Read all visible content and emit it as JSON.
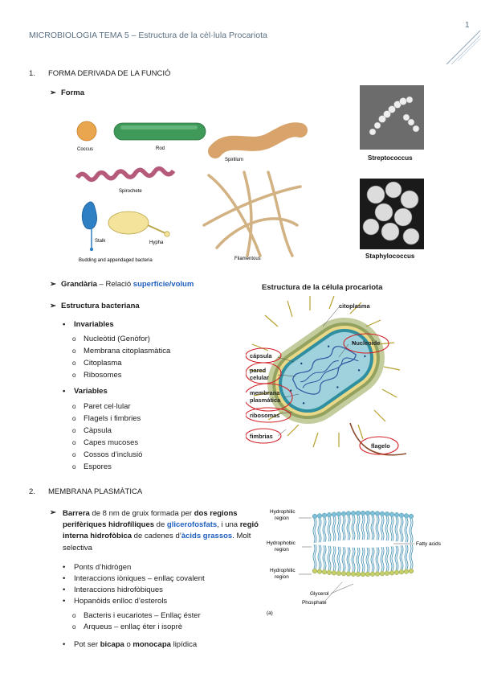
{
  "header": {
    "title": "MICROBIOLOGIA TEMA 5 – Estructura de la cèl·lula Procariota",
    "page_number": "1"
  },
  "section1": {
    "number": "1.",
    "title": "FORMA DERIVADA DE LA FUNCIÓ",
    "forma_label": "Forma",
    "shapes": {
      "coccus": "Coccus",
      "rod": "Rod",
      "spirillum": "Spirillum",
      "spirochete": "Spirochete",
      "stalk": "Stalk",
      "hypha": "Hypha",
      "budding": "Budding and appendaged bacteria",
      "filamentous": "Filamentous"
    },
    "micro1": "Streptococcus",
    "micro2": "Staphylococcus",
    "grandaria_label": "Grandària",
    "grandaria_dash": " – Relació ",
    "grandaria_highlight": "superfície/volum",
    "estructura_label": "Estructura bacteriana",
    "invariables_label": "Invariables",
    "invariables": [
      "Nucleòtid (Genòfor)",
      "Membrana citoplasmàtica",
      "Citoplasma",
      "Ribosomes"
    ],
    "variables_label": "Variables",
    "variables": [
      "Paret cel·lular",
      "Flagels i fimbries",
      "Càpsula",
      "Capes mucoses",
      "Cossos d’inclusió",
      "Espores"
    ]
  },
  "cell_diagram": {
    "title": "Estructura de la célula procariota",
    "citoplasma": "citoplasma",
    "nucleoide": "Nucleoide",
    "capsula": "cápsula",
    "pared1": "pared",
    "pared2": "celular",
    "membrana1": "membrana",
    "membrana2": "plasmática",
    "ribosomas": "ribosomas",
    "fimbrias": "fimbrias",
    "flagelo": "flagelo"
  },
  "section2": {
    "number": "2.",
    "title": "MEMBRANA PLASMÀTICA",
    "para": {
      "b1": "Barrera",
      "t1": " de 8 nm de gruix formada per ",
      "b2": "dos regions perifèriques hidrofíliques",
      "t2": " de ",
      "hl1": "glicerofosfats",
      "t3": ", i una ",
      "b3": "regió interna hidrofòbica",
      "t4": " de cadenes d’",
      "hl2": "àcids grassos",
      "t5": ". Molt selectiva"
    },
    "bullets": [
      "Ponts d’hidrògen",
      "Interaccions iòniques – enllaç covalent",
      "Interaccions hidrofòbiques",
      "Hopanòids enlloc d’esterols"
    ],
    "sub_bullets": [
      "Bacteris i eucariotes – Enllaç éster",
      "Arqueus – enllaç éter i isoprè"
    ],
    "last": {
      "t1": "Pot ser ",
      "b1": "bicapa",
      "t2": " o ",
      "b2": "monocapa",
      "t3": " lipídica"
    }
  },
  "membrane_diagram": {
    "hydrophilic_top1": "Hydrophilic",
    "hydrophilic_top2": "region",
    "hydrophobic1": "Hydrophobic",
    "hydrophobic2": "region",
    "hydrophilic_bot1": "Hydrophilic",
    "hydrophilic_bot2": "region",
    "fatty_acids": "Fatty acids",
    "glycerol": "Glycerol",
    "phosphate": "Phosphate",
    "panel": "(a)"
  },
  "colors": {
    "header": "#5a6f82",
    "highlight": "#1f5fbf",
    "rod": "#3f9a5a",
    "coccus": "#e9a64f",
    "spirochete": "#b55a7a",
    "capsule": "#8fa24a",
    "membrane_head": "#7fc0d9",
    "circle": "#d2232a"
  }
}
